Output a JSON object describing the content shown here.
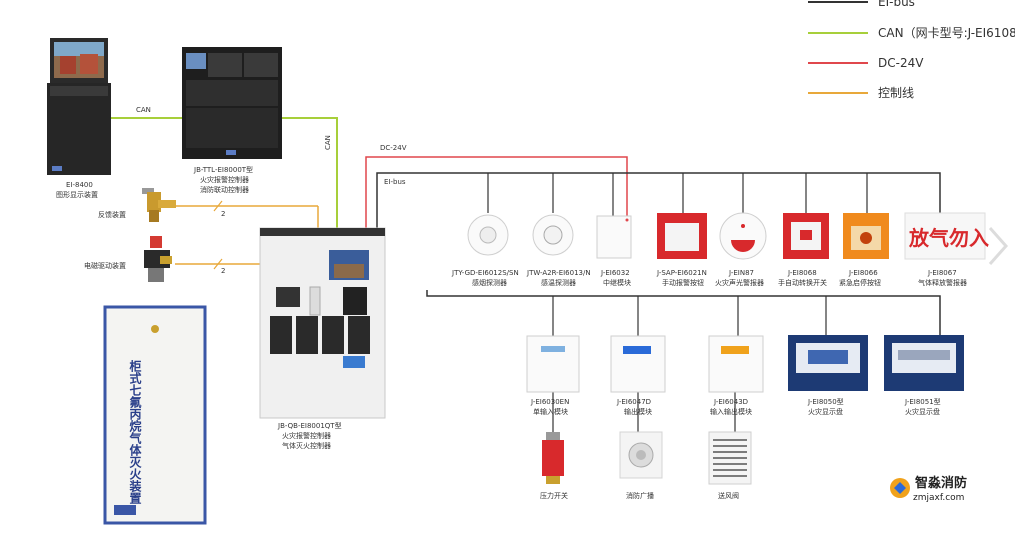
{
  "legend": {
    "items": [
      {
        "label": "EI-bus",
        "color": "#333333"
      },
      {
        "label": "CAN（网卡型号:J-EI6108",
        "color": "#a7cf3a"
      },
      {
        "label": "DC-24V",
        "color": "#e0474c"
      },
      {
        "label": "控制线",
        "color": "#e8a83a"
      }
    ]
  },
  "links": {
    "can_top": "CAN",
    "can_vertical": "CAN",
    "dc24v": "DC-24V",
    "eibus": "EI-bus",
    "feedback_count": "2",
    "solenoid_count": "2"
  },
  "devices": {
    "ei8400": {
      "model": "EI-8400",
      "desc": "图形显示装置"
    },
    "ttl": {
      "model": "JB-TTL-EI8000T型",
      "desc1": "火灾报警控制器",
      "desc2": "消防联动控制器"
    },
    "feedback": {
      "label": "反馈装置"
    },
    "solenoid": {
      "label": "电磁驱动装置"
    },
    "qb": {
      "model": "JB-QB-EI8001QT型",
      "desc1": "火灾报警控制器",
      "desc2": "气体灭火控制器"
    },
    "cabinet": {
      "text": "柜式七氟丙烷气体灭火装置"
    },
    "smoke": {
      "model": "JTY-GD-EI6012S/SN",
      "desc": "感烟探测器"
    },
    "heat": {
      "model": "JTW-A2R-EI6013/N",
      "desc": "感温探测器"
    },
    "relay": {
      "model": "J-EI6032",
      "desc": "中继模块"
    },
    "manual_alarm": {
      "model": "J-SAP-EI6021N",
      "desc": "手动报警按钮"
    },
    "sounder": {
      "model": "J-EIN87",
      "desc": "火灾声光警报器"
    },
    "auto_switch": {
      "model": "J-EI8068",
      "desc": "手自动转换开关"
    },
    "emergency_stop": {
      "model": "J-EI8066",
      "desc": "紧急启停按钮"
    },
    "gas_sign": {
      "model": "J-EI8067",
      "desc": "气体释放警报器",
      "sign_text": "放气勿入"
    },
    "input_module": {
      "model": "J-EI6030EN",
      "desc": "单输入模块"
    },
    "output_module": {
      "model": "J-EI6047D",
      "desc": "输出模块"
    },
    "io_module": {
      "model": "J-EI6043D",
      "desc": "输入输出模块"
    },
    "display_8050": {
      "model": "J-EI8050型",
      "desc": "火灾显示盘"
    },
    "display_8051": {
      "model": "J-EI8051型",
      "desc": "火灾显示盘"
    },
    "pressure_switch": {
      "label": "压力开关"
    },
    "broadcast": {
      "label": "消防广播"
    },
    "vent_valve": {
      "label": "送风阀"
    }
  },
  "watermark": {
    "name": "智淼消防",
    "url": "zmjaxf.com"
  },
  "colors": {
    "eibus": "#333333",
    "can": "#a7cf3a",
    "dc24v": "#e0474c",
    "control": "#e8a83a",
    "cabinet_border": "#3a56a6",
    "panel_dark": "#1e1e1e"
  }
}
